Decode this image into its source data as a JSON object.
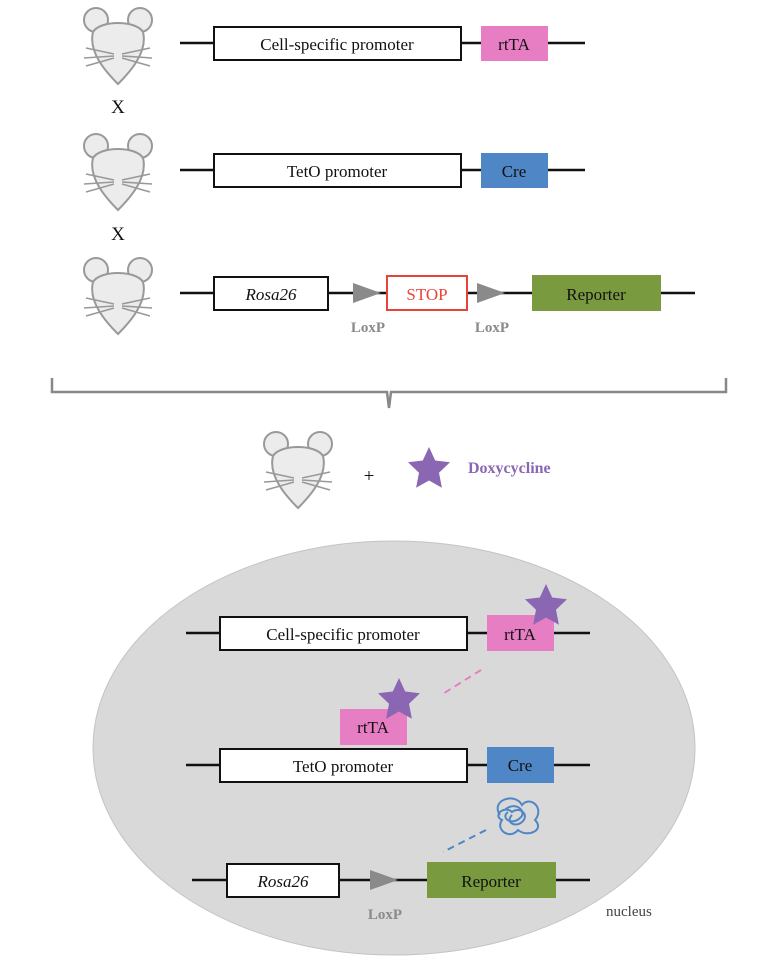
{
  "mice": {
    "cross_symbol_1": "X",
    "cross_symbol_2": "X",
    "plus_symbol": "+"
  },
  "top_constructs": {
    "row1": {
      "promoter": "Cell-specific promoter",
      "gene": "rtTA"
    },
    "row2": {
      "promoter": "TetO promoter",
      "gene": "Cre"
    },
    "row3": {
      "locus": "Rosa26",
      "stop": "STOP",
      "loxp_left": "LoxP",
      "loxp_right": "LoxP",
      "reporter": "Reporter"
    }
  },
  "drug": {
    "label": "Doxycycline"
  },
  "nucleus": {
    "label": "nucleus",
    "row1": {
      "promoter": "Cell-specific promoter",
      "gene": "rtTA"
    },
    "free_rtta": "rtTA",
    "row2": {
      "promoter": "TetO promoter",
      "gene": "Cre"
    },
    "row3": {
      "locus": "Rosa26",
      "loxp": "LoxP",
      "reporter": "Reporter"
    }
  },
  "colors": {
    "rtta": "#e77dc2",
    "cre": "#4f86c6",
    "reporter": "#7a9a3f",
    "stop": "#e8433a",
    "star": "#8a66b3",
    "loxp": "#8a8a8a",
    "nucleus_fill": "#d9d9d9",
    "mouse_fill": "#ececec",
    "mouse_stroke": "#999999",
    "bracket": "#888888",
    "pink_dash": "#e77dc2",
    "blue_dash": "#4f86c6"
  }
}
